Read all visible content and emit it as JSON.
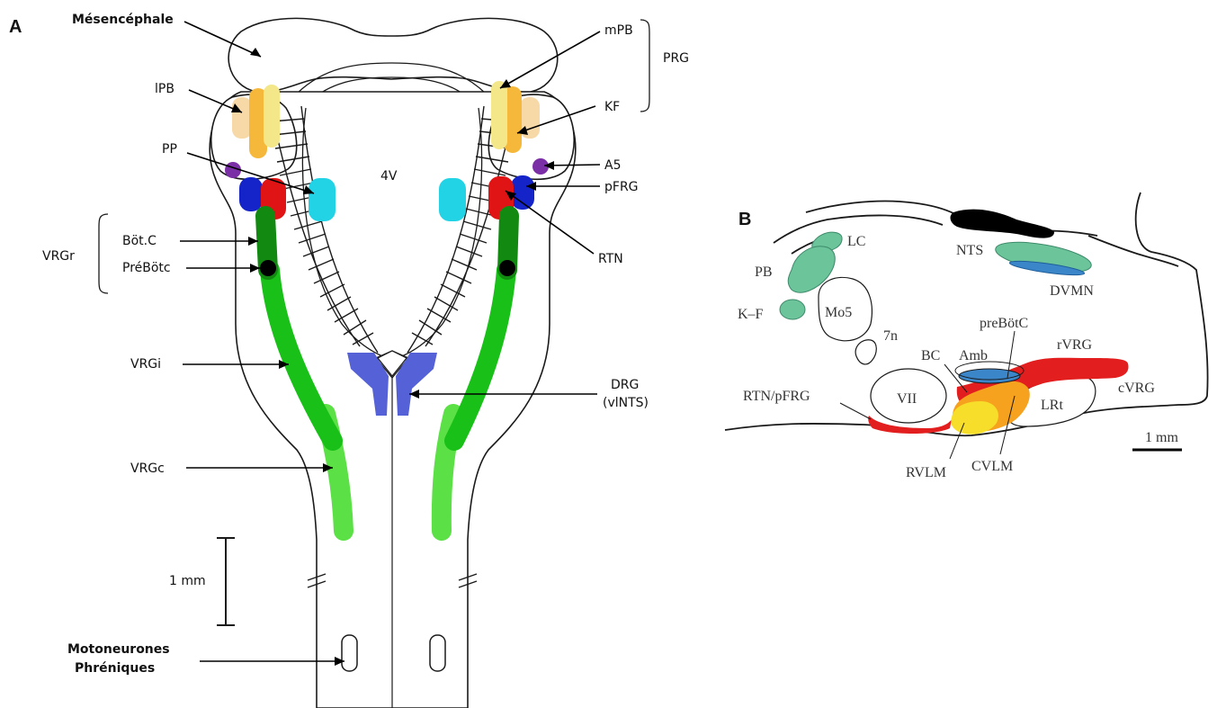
{
  "panel_a": {
    "letter": "A",
    "labels": {
      "mesencephale": "Mésencéphale",
      "lpb": "lPB",
      "pp": "PP",
      "fourth_ventricle": "4V",
      "mpb": "mPB",
      "kf": "KF",
      "prg": "PRG",
      "a5": "A5",
      "pfrg": "pFRG",
      "rtn": "RTN",
      "vrgr": "VRGr",
      "botc": "Böt.C",
      "prebotc": "PréBötc",
      "vrgi": "VRGi",
      "vrgc": "VRGc",
      "drg": "DRG",
      "vlnts": "(vlNTS)",
      "scale": "1 mm",
      "moto_line1": "Motoneurones",
      "moto_line2": "Phréniques"
    },
    "colors": {
      "pb_light": "#f7d9a8",
      "pb_mid": "#f6b83a",
      "pb_pale": "#f3e78a",
      "a5": "#7b2fa6",
      "pfrg": "#1424c8",
      "rtn": "#e01414",
      "pp": "#22d3e6",
      "botc": "#128a12",
      "vrgi": "#18c018",
      "vrgc": "#5be046",
      "drg": "#5561d6"
    }
  },
  "panel_b": {
    "letter": "B",
    "labels": {
      "lc": "LC",
      "pb": "PB",
      "kf": "K–F",
      "mo5": "Mo5",
      "n7": "7n",
      "nts": "NTS",
      "dvmn": "DVMN",
      "prebotc": "preBötC",
      "bc": "BC",
      "amb": "Amb",
      "rvrg": "rVRG",
      "cvrg": "cVRG",
      "rtn_pfrg": "RTN/pFRG",
      "vii": "VII",
      "lrt": "LRt",
      "scale": "1 mm",
      "rvlm": "RVLM",
      "cvlm": "CVLM"
    },
    "colors": {
      "green": "#6cc49a",
      "blue": "#3b86c9",
      "red": "#e21e1e",
      "orange": "#f6a21e",
      "yellow": "#f6de2a",
      "black": "#000000"
    }
  }
}
